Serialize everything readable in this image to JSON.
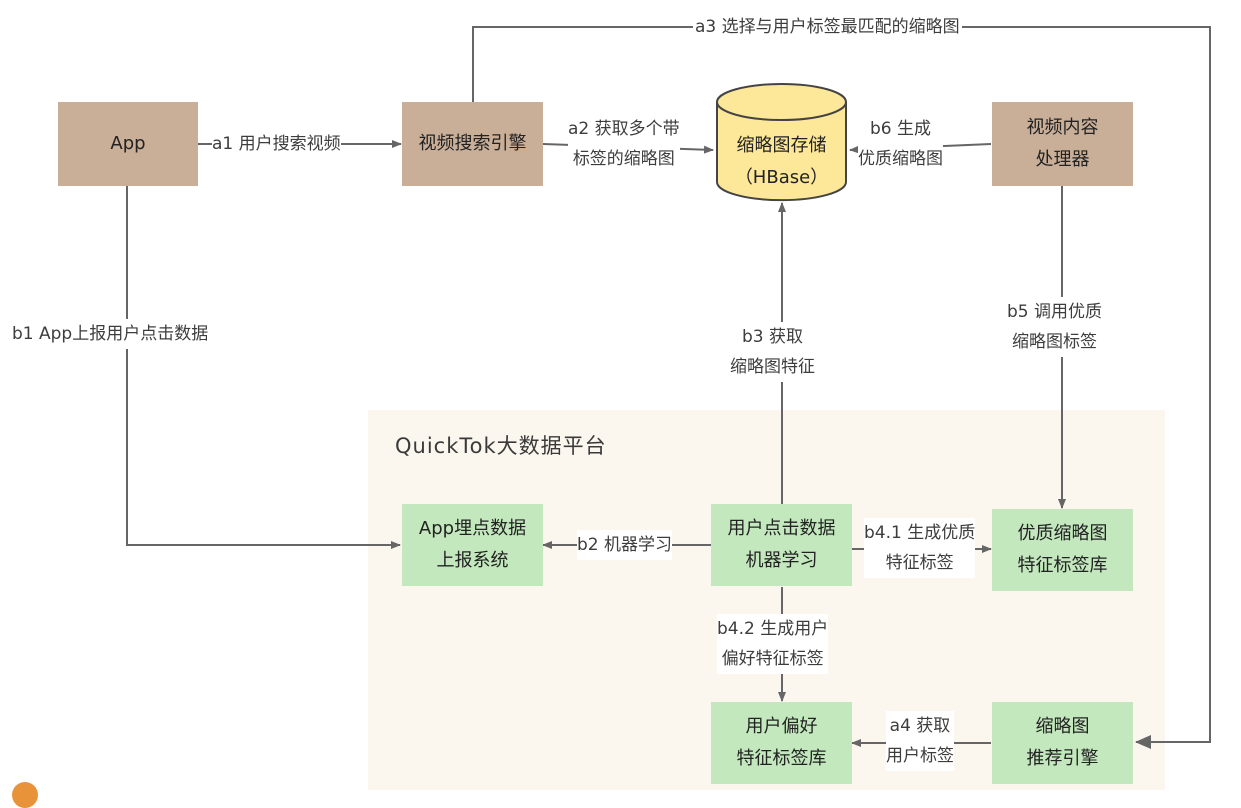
{
  "platform": {
    "title": "QuickTok大数据平台",
    "background": "#fbf7ee"
  },
  "colors": {
    "external_node": "#c9ae98",
    "platform_node": "#c3e8bd",
    "storage": "#fde89a",
    "line": "#666666"
  },
  "nodes": {
    "app": "App",
    "search_engine": "视频搜索引擎",
    "storage": "缩略图存储\n（HBase）",
    "content_processor": "视频内容\n处理器",
    "tracking_system": "App埋点数据\n上报系统",
    "click_ml": "用户点击数据\n机器学习",
    "quality_tag_db": "优质缩略图\n特征标签库",
    "user_pref_db": "用户偏好\n特征标签库",
    "recommend_engine": "缩略图\n推荐引擎"
  },
  "edges": {
    "a1": "a1 用户搜索视频",
    "a2": "a2 获取多个带\n标签的缩略图",
    "a3": "a3 选择与用户标签最匹配的缩略图",
    "a4": "a4 获取\n用户标签",
    "b1": "b1 App上报用户点击数据",
    "b2": "b2 机器学习",
    "b3": "b3 获取\n缩略图特征",
    "b4_1": "b4.1 生成优质\n特征标签",
    "b4_2": "b4.2 生成用户\n偏好特征标签",
    "b5": "b5 调用优质\n缩略图标签",
    "b6": "b6 生成\n优质缩略图"
  }
}
